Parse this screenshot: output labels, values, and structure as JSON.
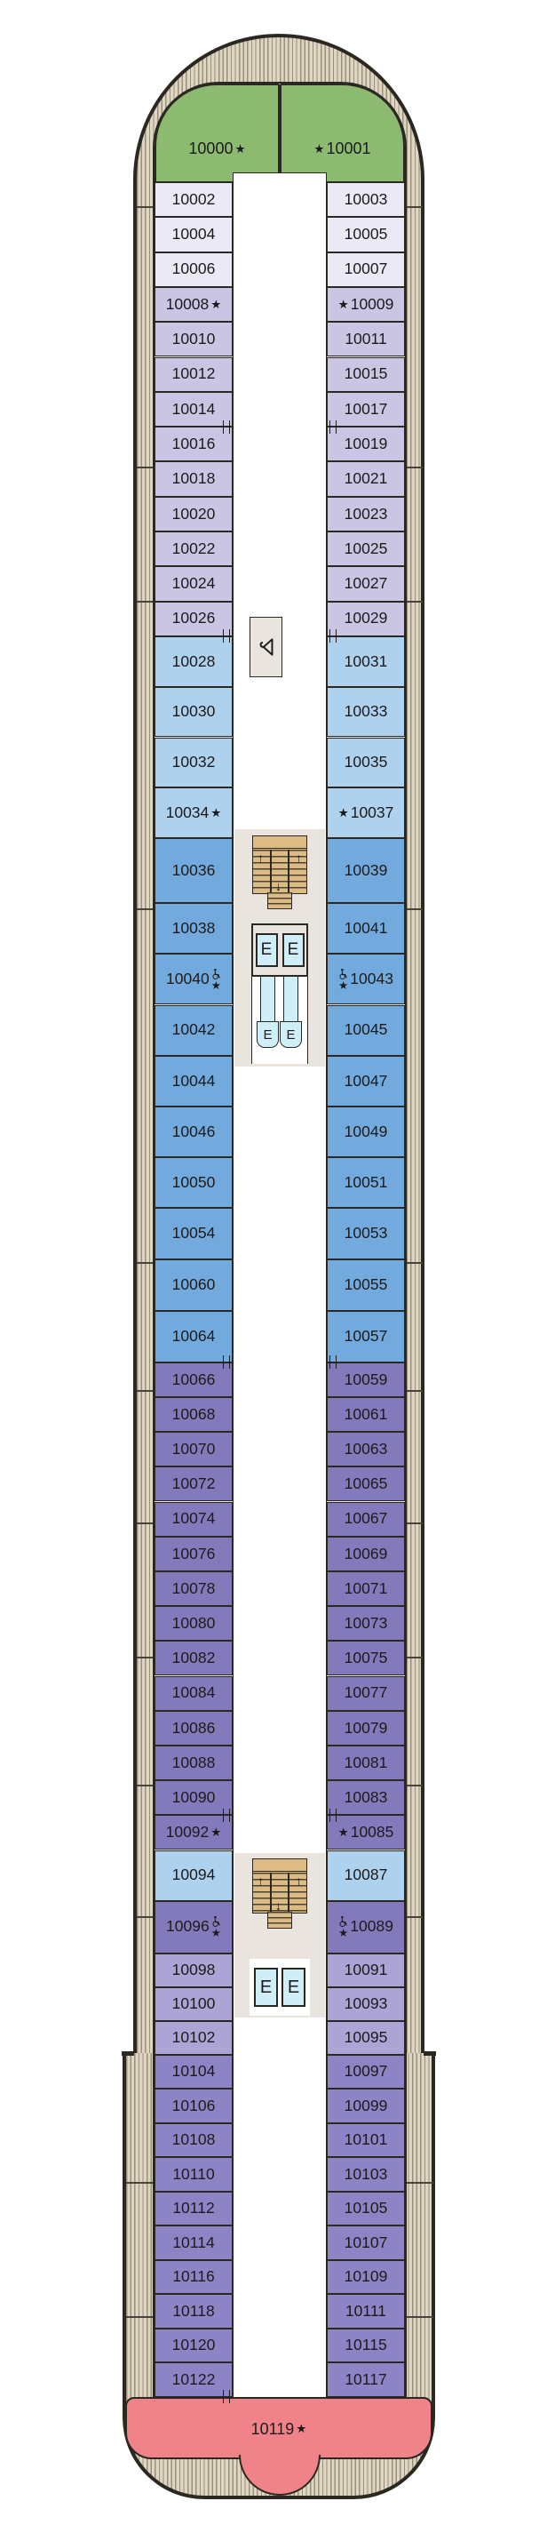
{
  "labels": {
    "elevator": "E"
  },
  "symbols": {
    "star": "★",
    "up": "↑",
    "down": "↓"
  },
  "colors": {
    "hull_outline": "#2b2822",
    "hatch_band": "#ded6c3",
    "corridor": "#E9E5DE",
    "stairs": "#DCBC84",
    "elevator": "#CFEEF7",
    "categories": {
      "green_suite": "#8CBA70",
      "lightest_lavender": "#EAE9F5",
      "lavender": "#C9C5E2",
      "sky_blue": "#AED1EE",
      "medium_blue": "#73AADE",
      "purple": "#837ABB",
      "light_purple": "#ABA4D5",
      "medium_purple": "#8C84C4",
      "pink_suite": "#F0838A"
    }
  },
  "bow_suites": {
    "left": {
      "num": "10000",
      "star": "after"
    },
    "right": {
      "num": "10001",
      "star": "before"
    }
  },
  "stern_suite": {
    "num": "10119",
    "star": "after"
  },
  "left_column": [
    {
      "num": "10002",
      "cat": "q",
      "h": 39.3
    },
    {
      "num": "10004",
      "cat": "q",
      "h": 39.3
    },
    {
      "num": "10006",
      "cat": "q",
      "h": 39.3
    },
    {
      "num": "10008",
      "cat": "l",
      "h": 39.3,
      "star": "after"
    },
    {
      "num": "10010",
      "cat": "l",
      "h": 39.3
    },
    {
      "num": "10012",
      "cat": "l",
      "h": 39.3
    },
    {
      "num": "10014",
      "cat": "l",
      "h": 39.3,
      "mark": true
    },
    {
      "num": "10016",
      "cat": "l",
      "h": 39.3
    },
    {
      "num": "10018",
      "cat": "l",
      "h": 39.3
    },
    {
      "num": "10020",
      "cat": "l",
      "h": 39.3
    },
    {
      "num": "10022",
      "cat": "l",
      "h": 39.3
    },
    {
      "num": "10024",
      "cat": "l",
      "h": 39.3
    },
    {
      "num": "10026",
      "cat": "l",
      "h": 39.3,
      "mark": true
    },
    {
      "num": "10028",
      "cat": "sb",
      "h": 56.8
    },
    {
      "num": "10030",
      "cat": "sb",
      "h": 56.8
    },
    {
      "num": "10032",
      "cat": "sb",
      "h": 56.8
    },
    {
      "num": "10034",
      "cat": "sb",
      "h": 56.8,
      "star": "after"
    },
    {
      "num": "10036",
      "cat": "mb",
      "h": 73
    },
    {
      "num": "10038",
      "cat": "mb",
      "h": 57.2
    },
    {
      "num": "10040",
      "cat": "mb",
      "h": 57.2,
      "star": "after",
      "wc": true
    },
    {
      "num": "10042",
      "cat": "mb",
      "h": 57.2
    },
    {
      "num": "10044",
      "cat": "mb",
      "h": 57.2
    },
    {
      "num": "10046",
      "cat": "mb",
      "h": 57.2
    },
    {
      "num": "10050",
      "cat": "mb",
      "h": 57.2
    },
    {
      "num": "10054",
      "cat": "mb",
      "h": 57.8
    },
    {
      "num": "10060",
      "cat": "mb",
      "h": 57.8
    },
    {
      "num": "10064",
      "cat": "mb",
      "h": 57.8,
      "mark": true
    },
    {
      "num": "10066",
      "cat": "p",
      "h": 39.2
    },
    {
      "num": "10068",
      "cat": "p",
      "h": 39.2
    },
    {
      "num": "10070",
      "cat": "p",
      "h": 39.2
    },
    {
      "num": "10072",
      "cat": "p",
      "h": 39.2
    },
    {
      "num": "10074",
      "cat": "p",
      "h": 39.2
    },
    {
      "num": "10076",
      "cat": "p",
      "h": 39.2
    },
    {
      "num": "10078",
      "cat": "p",
      "h": 39.2
    },
    {
      "num": "10080",
      "cat": "p",
      "h": 39.2
    },
    {
      "num": "10082",
      "cat": "p",
      "h": 39.2
    },
    {
      "num": "10084",
      "cat": "p",
      "h": 39.2
    },
    {
      "num": "10086",
      "cat": "p",
      "h": 39.2
    },
    {
      "num": "10088",
      "cat": "p",
      "h": 39.2
    },
    {
      "num": "10090",
      "cat": "p",
      "h": 39.2,
      "mark": true
    },
    {
      "num": "10092",
      "cat": "p",
      "h": 39.2,
      "star": "after"
    },
    {
      "num": "10094",
      "cat": "sb",
      "h": 57
    },
    {
      "num": "10096",
      "cat": "p",
      "h": 59,
      "star": "after",
      "wc": true
    },
    {
      "num": "10098",
      "cat": "lp",
      "h": 38
    },
    {
      "num": "10100",
      "cat": "lp",
      "h": 38
    },
    {
      "num": "10102",
      "cat": "lp",
      "h": 38
    },
    {
      "num": "10104",
      "cat": "mp",
      "h": 38.5
    },
    {
      "num": "10106",
      "cat": "mp",
      "h": 38.5
    },
    {
      "num": "10108",
      "cat": "mp",
      "h": 38.5
    },
    {
      "num": "10110",
      "cat": "mp",
      "h": 38.5
    },
    {
      "num": "10112",
      "cat": "mp",
      "h": 38.5
    },
    {
      "num": "10114",
      "cat": "mp",
      "h": 38.5
    },
    {
      "num": "10116",
      "cat": "mp",
      "h": 38.5
    },
    {
      "num": "10118",
      "cat": "mp",
      "h": 38.5
    },
    {
      "num": "10120",
      "cat": "mp",
      "h": 38.5
    },
    {
      "num": "10122",
      "cat": "mp",
      "h": 38.5,
      "mark": true
    }
  ],
  "right_column": [
    {
      "num": "10003",
      "cat": "q",
      "h": 39.3
    },
    {
      "num": "10005",
      "cat": "q",
      "h": 39.3
    },
    {
      "num": "10007",
      "cat": "q",
      "h": 39.3
    },
    {
      "num": "10009",
      "cat": "l",
      "h": 39.3,
      "star": "before"
    },
    {
      "num": "10011",
      "cat": "l",
      "h": 39.3
    },
    {
      "num": "10015",
      "cat": "l",
      "h": 39.3
    },
    {
      "num": "10017",
      "cat": "l",
      "h": 39.3,
      "mark": true
    },
    {
      "num": "10019",
      "cat": "l",
      "h": 39.3
    },
    {
      "num": "10021",
      "cat": "l",
      "h": 39.3
    },
    {
      "num": "10023",
      "cat": "l",
      "h": 39.3
    },
    {
      "num": "10025",
      "cat": "l",
      "h": 39.3
    },
    {
      "num": "10027",
      "cat": "l",
      "h": 39.3
    },
    {
      "num": "10029",
      "cat": "l",
      "h": 39.3,
      "mark": true
    },
    {
      "num": "10031",
      "cat": "sb",
      "h": 56.8
    },
    {
      "num": "10033",
      "cat": "sb",
      "h": 56.8
    },
    {
      "num": "10035",
      "cat": "sb",
      "h": 56.8
    },
    {
      "num": "10037",
      "cat": "sb",
      "h": 56.8,
      "star": "before"
    },
    {
      "num": "10039",
      "cat": "mb",
      "h": 73
    },
    {
      "num": "10041",
      "cat": "mb",
      "h": 57.2
    },
    {
      "num": "10043",
      "cat": "mb",
      "h": 57.2,
      "star": "before",
      "wc": true
    },
    {
      "num": "10045",
      "cat": "mb",
      "h": 57.2
    },
    {
      "num": "10047",
      "cat": "mb",
      "h": 57.2
    },
    {
      "num": "10049",
      "cat": "mb",
      "h": 57.2
    },
    {
      "num": "10051",
      "cat": "mb",
      "h": 57.2
    },
    {
      "num": "10053",
      "cat": "mb",
      "h": 57.8
    },
    {
      "num": "10055",
      "cat": "mb",
      "h": 57.8
    },
    {
      "num": "10057",
      "cat": "mb",
      "h": 57.8,
      "mark": true
    },
    {
      "num": "10059",
      "cat": "p",
      "h": 39.2
    },
    {
      "num": "10061",
      "cat": "p",
      "h": 39.2
    },
    {
      "num": "10063",
      "cat": "p",
      "h": 39.2
    },
    {
      "num": "10065",
      "cat": "p",
      "h": 39.2
    },
    {
      "num": "10067",
      "cat": "p",
      "h": 39.2
    },
    {
      "num": "10069",
      "cat": "p",
      "h": 39.2
    },
    {
      "num": "10071",
      "cat": "p",
      "h": 39.2
    },
    {
      "num": "10073",
      "cat": "p",
      "h": 39.2
    },
    {
      "num": "10075",
      "cat": "p",
      "h": 39.2
    },
    {
      "num": "10077",
      "cat": "p",
      "h": 39.2
    },
    {
      "num": "10079",
      "cat": "p",
      "h": 39.2
    },
    {
      "num": "10081",
      "cat": "p",
      "h": 39.2
    },
    {
      "num": "10083",
      "cat": "p",
      "h": 39.2,
      "mark": true
    },
    {
      "num": "10085",
      "cat": "p",
      "h": 39.2,
      "star": "before"
    },
    {
      "num": "10087",
      "cat": "sb",
      "h": 57
    },
    {
      "num": "10089",
      "cat": "p",
      "h": 59,
      "star": "before",
      "wc": true
    },
    {
      "num": "10091",
      "cat": "lp",
      "h": 38
    },
    {
      "num": "10093",
      "cat": "lp",
      "h": 38
    },
    {
      "num": "10095",
      "cat": "lp",
      "h": 38
    },
    {
      "num": "10097",
      "cat": "mp",
      "h": 38.5
    },
    {
      "num": "10099",
      "cat": "mp",
      "h": 38.5
    },
    {
      "num": "10101",
      "cat": "mp",
      "h": 38.5
    },
    {
      "num": "10103",
      "cat": "mp",
      "h": 38.5
    },
    {
      "num": "10105",
      "cat": "mp",
      "h": 38.5
    },
    {
      "num": "10107",
      "cat": "mp",
      "h": 38.5
    },
    {
      "num": "10109",
      "cat": "mp",
      "h": 38.5
    },
    {
      "num": "10111",
      "cat": "mp",
      "h": 38.5
    },
    {
      "num": "10115",
      "cat": "mp",
      "h": 38.5
    },
    {
      "num": "10117",
      "cat": "mp",
      "h": 38.5
    }
  ]
}
